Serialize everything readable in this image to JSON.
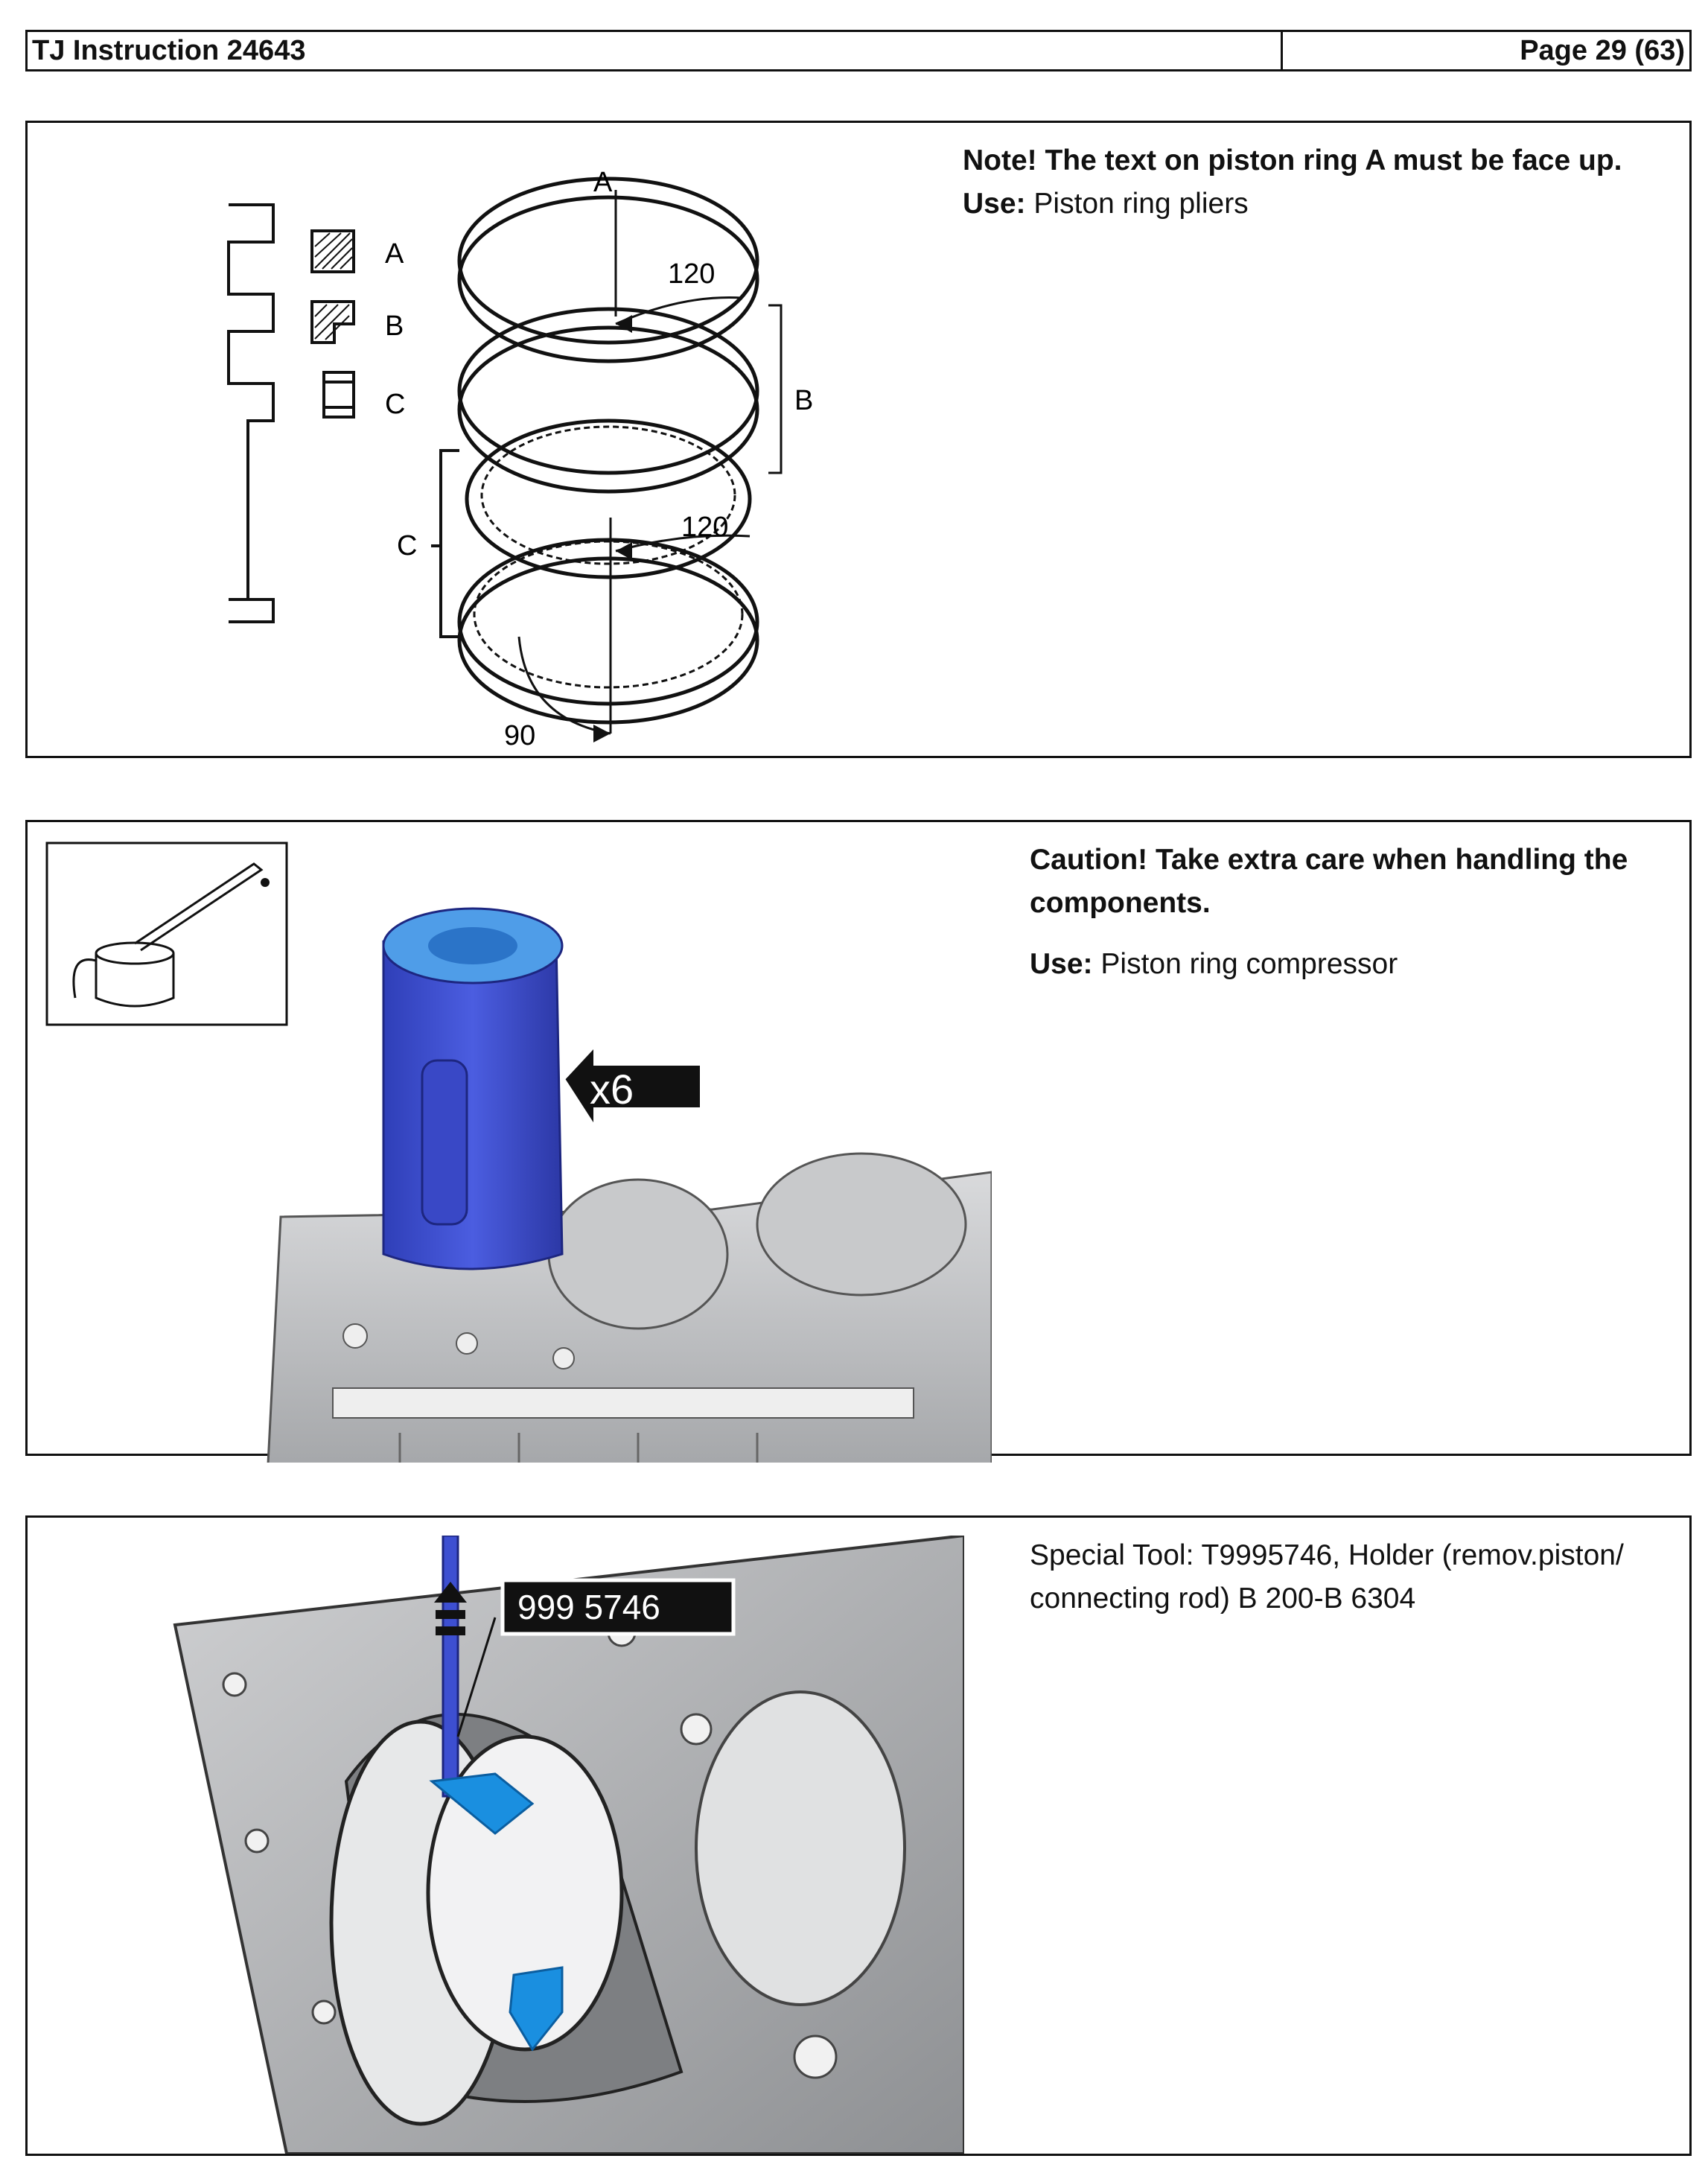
{
  "header": {
    "title": "TJ Instruction 24643",
    "page": "Page 29 (63)"
  },
  "step1": {
    "note": "Note! The text on piston ring A must be face up.",
    "use_label": "Use:",
    "use_value": "Piston ring pliers",
    "figure_labels": {
      "a_side": "A",
      "b_side": "B",
      "c_side": "C",
      "a_top": "A",
      "b_right": "B",
      "c_left": "C",
      "angle_top": "120",
      "angle_mid": "120",
      "angle_bottom": "90"
    }
  },
  "step2": {
    "caution": "Caution!  Take extra care when handling the components.",
    "use_label": "Use:",
    "use_value": "Piston ring compressor",
    "callout": "x6"
  },
  "step3": {
    "special_tool": "Special Tool: T9995746, Holder (remov.piston/ connecting rod) B 200-B 6304",
    "callout": "999 5746"
  },
  "colors": {
    "tool_blue": "#3d4fd1",
    "bright_blue": "#1a8fe0",
    "metal_gray": "#b9bbbe"
  }
}
